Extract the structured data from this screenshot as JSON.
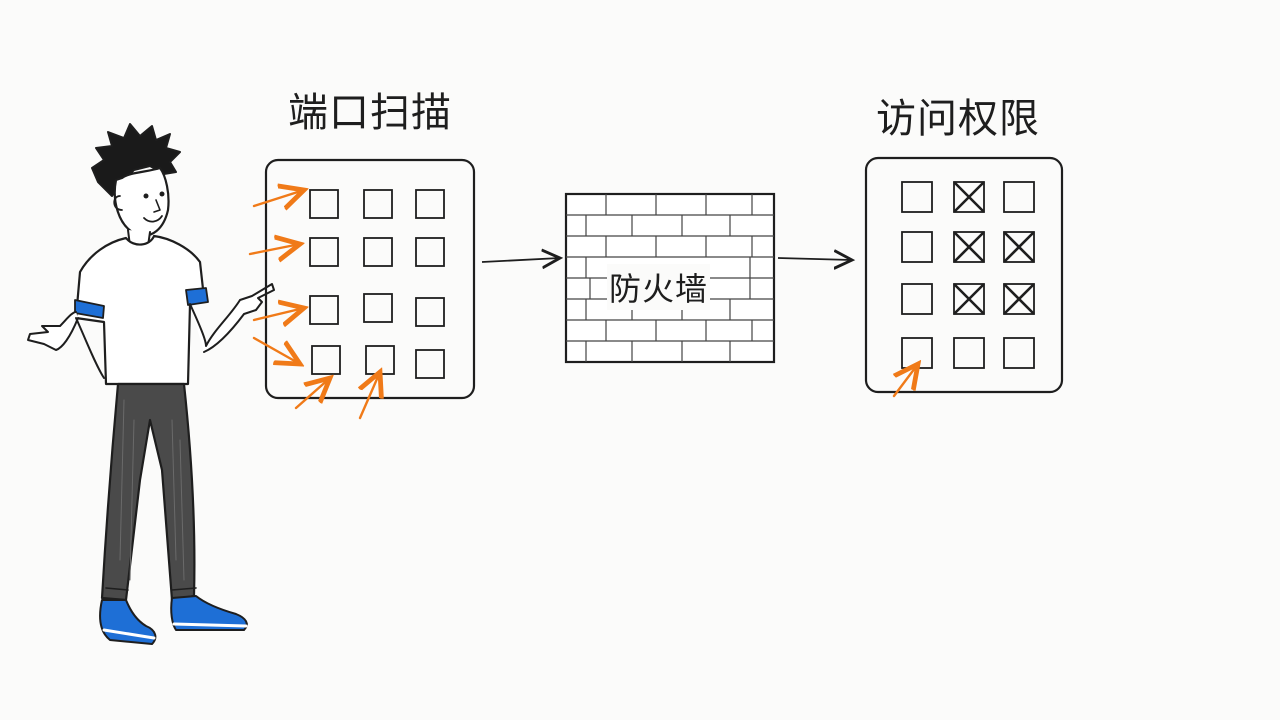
{
  "labels": {
    "port_scan": "端口扫描",
    "access": "访问权限",
    "firewall": "防火墙"
  },
  "colors": {
    "ink": "#1e1e1e",
    "accent_orange": "#f07a18",
    "accent_blue": "#1e6fd6",
    "pants": "#4a4a4a"
  },
  "access_grid": [
    [
      "open",
      "blocked",
      "open"
    ],
    [
      "open",
      "blocked",
      "blocked"
    ],
    [
      "open",
      "blocked",
      "blocked"
    ],
    [
      "open",
      "open",
      "open"
    ]
  ]
}
